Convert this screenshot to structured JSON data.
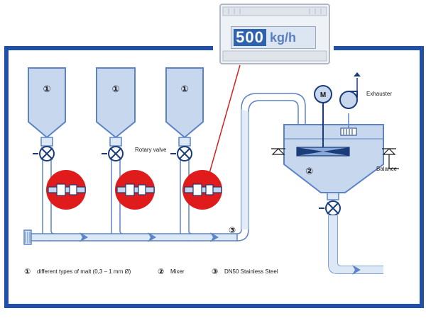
{
  "display": {
    "value": "500",
    "unit": "kg/h"
  },
  "labels": {
    "silo1": "①",
    "silo2": "①",
    "silo3": "①",
    "rotary_valve": "Rotary valve",
    "mixer_motor": "M",
    "mixer_number": "②",
    "exhauster": "Exhauster",
    "balance": "Balance",
    "pipe_number": "③"
  },
  "legend": [
    {
      "symbol": "①",
      "text": "different types of malt (0,3 – 1 mm Ø)"
    },
    {
      "symbol": "②",
      "text": "Mixer"
    },
    {
      "symbol": "③",
      "text": "DN50 Stainless Steel"
    }
  ],
  "colors": {
    "frame": "#1f4fa8",
    "pipe": "#5b83c6",
    "pipe_fill": "#dce8f6",
    "vessel_fill": "#c6d7ee",
    "marker": "#e01b1b",
    "dark": "#1a1a1a"
  }
}
